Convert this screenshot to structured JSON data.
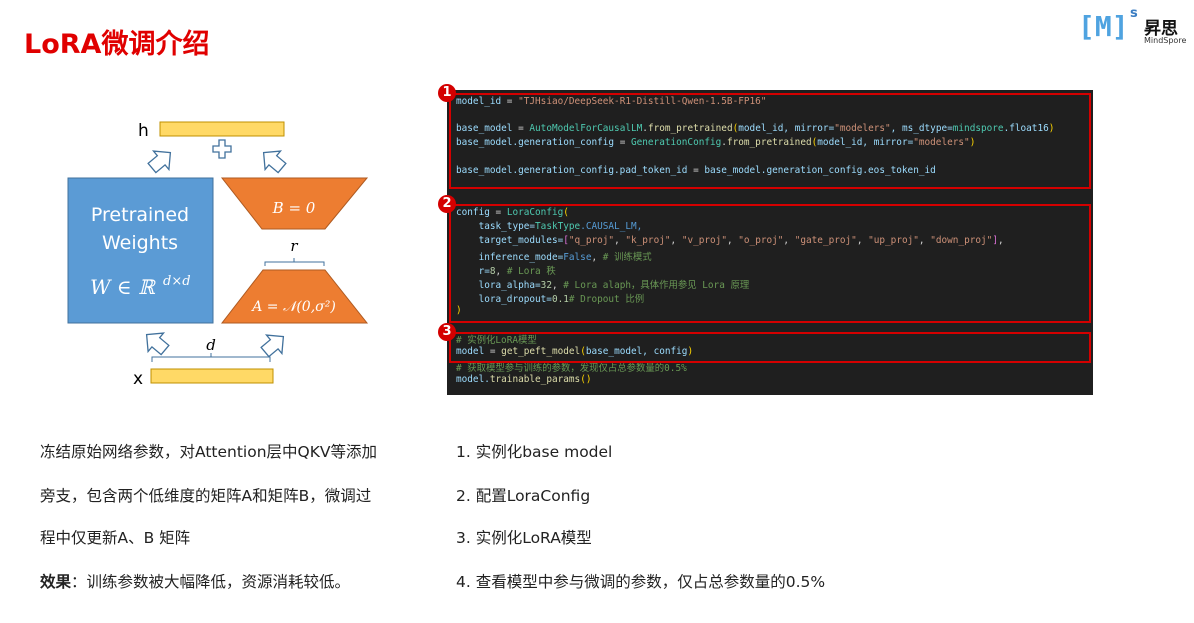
{
  "title": "LoRA微调介绍",
  "logo": {
    "mark": "[M]",
    "sup": "s",
    "cn": "昇思",
    "en": "MindSpore"
  },
  "diagram": {
    "h_label": "h",
    "x_label": "x",
    "plus": "+",
    "pretrained_line1": "Pretrained",
    "pretrained_line2": "Weights",
    "w_formula": "W ∈ ℝ",
    "w_sup": "d×d",
    "b_label": "B = 0",
    "a_label": "A = 𝒩(0,σ²)",
    "r_label": "r",
    "d_label": "d",
    "colors": {
      "blue": "#5b9bd5",
      "orange": "#ed7d31",
      "yellow": "#ffd966"
    }
  },
  "code": {
    "badges": [
      "1",
      "2",
      "3"
    ],
    "lines": [
      [
        [
          "model_id",
          "var"
        ],
        [
          " = ",
          "op"
        ],
        [
          "\"TJHsiao/DeepSeek-R1-Distill-Qwen-1.5B-FP16\"",
          "str"
        ]
      ],
      [
        [
          "base_model",
          "var"
        ],
        [
          " = ",
          "op"
        ],
        [
          "AutoModelForCausalLM",
          "cls"
        ],
        [
          ".",
          "op"
        ],
        [
          "from_pretrained",
          "fn"
        ],
        [
          "(",
          "par"
        ],
        [
          "model_id, mirror=",
          "var"
        ],
        [
          "\"modelers\"",
          "str"
        ],
        [
          ", ms_dtype=",
          "var"
        ],
        [
          "mindspore",
          "cls"
        ],
        [
          ".float16",
          "var"
        ],
        [
          ")",
          "par"
        ]
      ],
      [
        [
          "base_model.generation_config",
          "var"
        ],
        [
          " = ",
          "op"
        ],
        [
          "GenerationConfig",
          "cls"
        ],
        [
          ".",
          "op"
        ],
        [
          "from_pretrained",
          "fn"
        ],
        [
          "(",
          "par"
        ],
        [
          "model_id, mirror=",
          "var"
        ],
        [
          "\"modelers\"",
          "str"
        ],
        [
          ")",
          "par"
        ]
      ],
      [
        [
          "base_model.generation_config.pad_token_id",
          "var"
        ],
        [
          " = ",
          "op"
        ],
        [
          "base_model.generation_config.eos_token_id",
          "var"
        ]
      ],
      [
        [
          "config",
          "var"
        ],
        [
          " = ",
          "op"
        ],
        [
          "LoraConfig",
          "cls"
        ],
        [
          "(",
          "par"
        ]
      ],
      [
        [
          "    task_type=",
          "var"
        ],
        [
          "TaskType",
          "cls"
        ],
        [
          ".CAUSAL_LM,",
          "kw"
        ]
      ],
      [
        [
          "    target_modules=",
          "var"
        ],
        [
          "[",
          "brk"
        ],
        [
          "\"q_proj\"",
          "str"
        ],
        [
          ", ",
          "op"
        ],
        [
          "\"k_proj\"",
          "str"
        ],
        [
          ", ",
          "op"
        ],
        [
          "\"v_proj\"",
          "str"
        ],
        [
          ", ",
          "op"
        ],
        [
          "\"o_proj\"",
          "str"
        ],
        [
          ", ",
          "op"
        ],
        [
          "\"gate_proj\"",
          "str"
        ],
        [
          ", ",
          "op"
        ],
        [
          "\"up_proj\"",
          "str"
        ],
        [
          ", ",
          "op"
        ],
        [
          "\"down_proj\"",
          "str"
        ],
        [
          "]",
          "brk"
        ],
        [
          ",",
          "op"
        ]
      ],
      [
        [
          "    inference_mode=",
          "var"
        ],
        [
          "False",
          "kw"
        ],
        [
          ", ",
          "op"
        ],
        [
          "# 训练模式",
          "cm"
        ]
      ],
      [
        [
          "    r=",
          "var"
        ],
        [
          "8",
          "num"
        ],
        [
          ", ",
          "op"
        ],
        [
          "# Lora 秩",
          "cm"
        ]
      ],
      [
        [
          "    lora_alpha=",
          "var"
        ],
        [
          "32",
          "num"
        ],
        [
          ", ",
          "op"
        ],
        [
          "# Lora alaph，具体作用参见 Lora 原理",
          "cm"
        ]
      ],
      [
        [
          "    lora_dropout=",
          "var"
        ],
        [
          "0.1",
          "num"
        ],
        [
          "# Dropout 比例",
          "cm"
        ]
      ],
      [
        [
          ")",
          "par"
        ]
      ],
      [
        [
          "# 实例化LoRA模型",
          "cm"
        ]
      ],
      [
        [
          "model",
          "var"
        ],
        [
          " = ",
          "op"
        ],
        [
          "get_peft_model",
          "fn"
        ],
        [
          "(",
          "par"
        ],
        [
          "base_model, config",
          "var"
        ],
        [
          ")",
          "par"
        ]
      ],
      [
        [
          "# 获取模型参与训练的参数，发现仅占总参数量的0.5%",
          "cm"
        ]
      ],
      [
        [
          "model.",
          "var"
        ],
        [
          "trainable_params",
          "fn"
        ],
        [
          "()",
          "par"
        ]
      ]
    ]
  },
  "left_text": {
    "line1": "冻结原始网络参数，对Attention层中QKV等添加",
    "line2": "旁支，包含两个低维度的矩阵A和矩阵B，微调过",
    "line3": "程中仅更新A、B 矩阵",
    "effect_label": "效果",
    "effect_text": "：训练参数被大幅降低，资源消耗较低。"
  },
  "steps": [
    "1. 实例化base model",
    "2. 配置LoraConfig",
    "3. 实例化LoRA模型",
    "4. 查看模型中参与微调的参数，仅占总参数量的0.5%"
  ]
}
